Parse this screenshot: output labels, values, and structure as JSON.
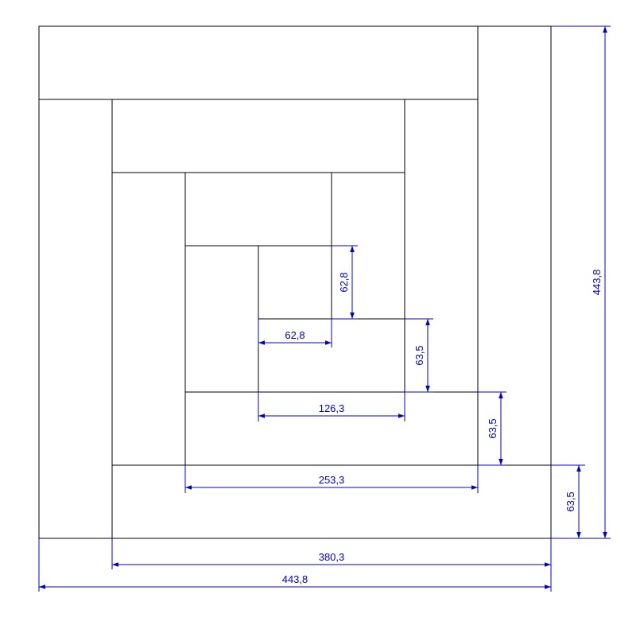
{
  "colors": {
    "outline": "#000000",
    "dimension": "#0000cc",
    "background": "#ffffff"
  },
  "dimensions": {
    "inner_square_height": "62,8",
    "inner_square_width": "62,8",
    "strip_1_height": "63,5",
    "strip_1_width": "126,3",
    "strip_2_height": "63,5",
    "strip_2_width": "253,3",
    "strip_3_height": "63,5",
    "strip_3_width": "380,3",
    "overall_width": "443,8",
    "overall_height": "443,8"
  }
}
